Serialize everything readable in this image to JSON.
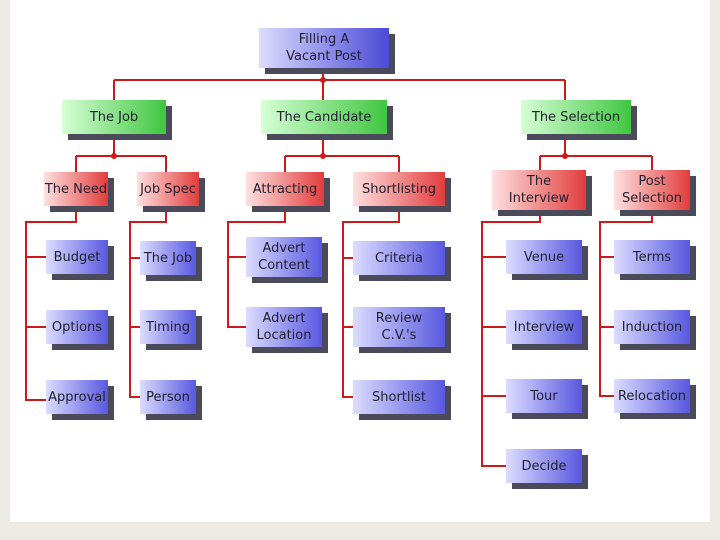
{
  "root": "Filling A\nVacant Post",
  "groups": {
    "job": "The Job",
    "candidate": "The Candidate",
    "selection": "The Selection"
  },
  "subgroups": {
    "need": "The Need",
    "jobspec": "Job Spec",
    "attracting": "Attracting",
    "shortlisting": "Shortlisting",
    "interview": "The\nInterview",
    "post_selection": "Post\nSelection"
  },
  "leaves": {
    "budget": "Budget",
    "options": "Options",
    "approval": "Approval",
    "the_job": "The Job",
    "timing": "Timing",
    "person": "Person",
    "advert_content": "Advert\nContent",
    "advert_location": "Advert\nLocation",
    "criteria": "Criteria",
    "review_cvs": "Review\nC.V.'s",
    "shortlist": "Shortlist",
    "venue": "Venue",
    "interview": "Interview",
    "tour": "Tour",
    "decide": "Decide",
    "terms": "Terms",
    "induction": "Induction",
    "relocation": "Relocation"
  }
}
